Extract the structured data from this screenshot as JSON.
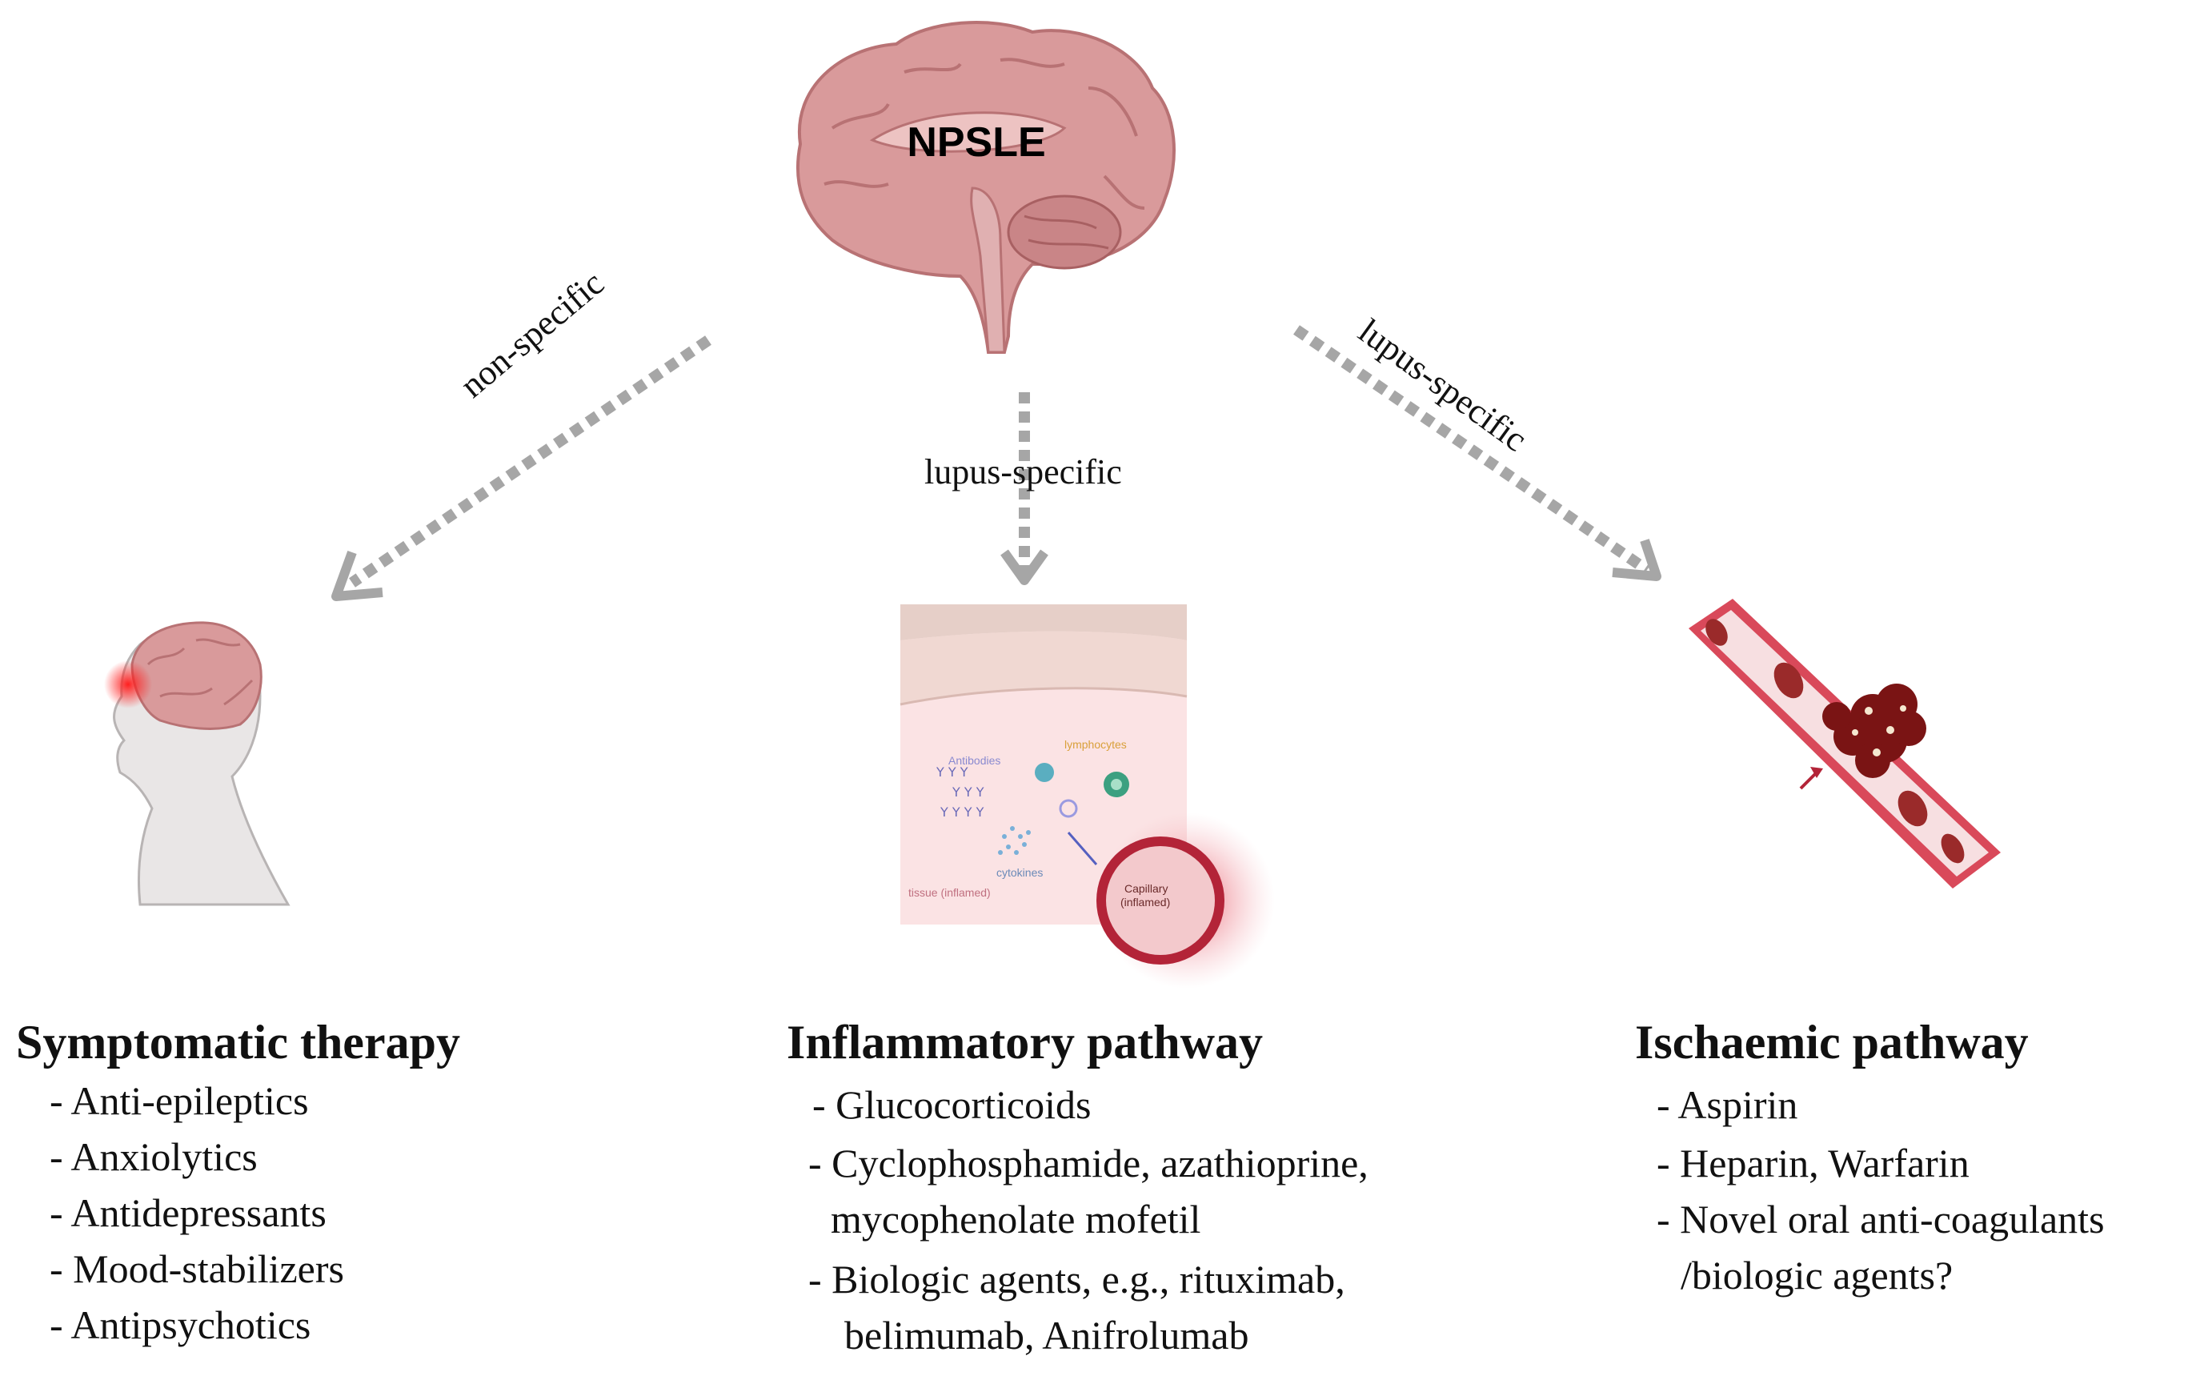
{
  "center": {
    "title": "NPSLE"
  },
  "arrows": {
    "left_label": "non-specific",
    "center_label": "lupus-specific",
    "right_label": "lupus-specific"
  },
  "illustration_text": {
    "antibodies": "Antibodies",
    "lymphocytes": "lymphocytes",
    "cytokines": "cytokines",
    "tissue": "tissue (inflamed)",
    "capillary": "Capillary",
    "capillary_sub": "(inflamed)"
  },
  "sections": {
    "symptomatic": {
      "title": "Symptomatic therapy",
      "items": [
        "- Anti-epileptics",
        "- Anxiolytics",
        "- Antidepressants",
        "- Mood-stabilizers",
        "- Antipsychotics"
      ]
    },
    "inflammatory": {
      "title": "Inflammatory pathway",
      "lines": [
        "- Glucocorticoids",
        "- Cyclophosphamide, azathioprine,",
        "mycophenolate mofetil",
        "- Biologic agents, e.g., rituximab,",
        "belimumab, Anifrolumab"
      ]
    },
    "ischaemic": {
      "title": "Ischaemic pathway",
      "lines": [
        "- Aspirin",
        "- Heparin, Warfarin",
        "- Novel oral anti-coagulants",
        "/biologic agents?"
      ]
    }
  },
  "colors": {
    "brain": "#d99a9b",
    "brain_dark": "#b87274",
    "arrow": "#a6a6a6",
    "vessel": "#d9495a",
    "clot": "#8b1a1a"
  }
}
